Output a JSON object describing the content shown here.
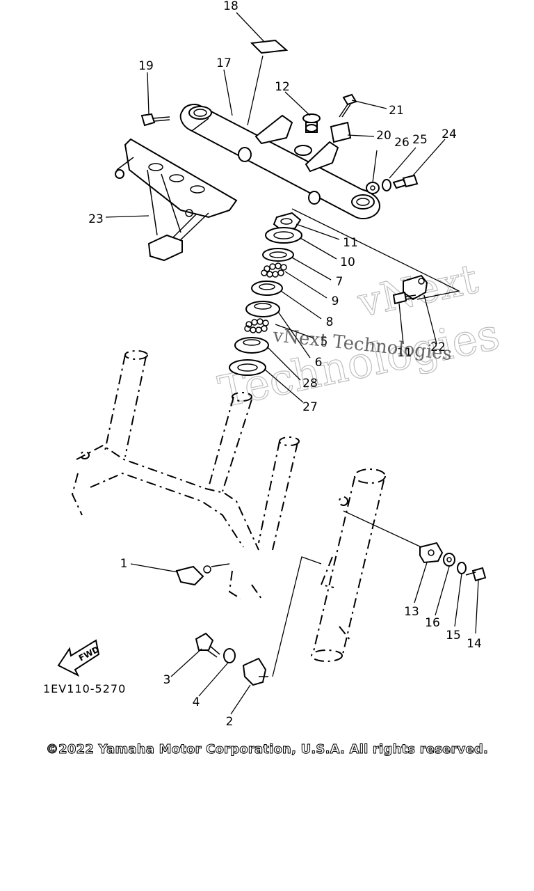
{
  "diagram": {
    "callouts": [
      {
        "id": "18",
        "label": "18"
      },
      {
        "id": "19",
        "label": "19"
      },
      {
        "id": "17",
        "label": "17"
      },
      {
        "id": "12",
        "label": "12"
      },
      {
        "id": "21",
        "label": "21"
      },
      {
        "id": "20",
        "label": "20"
      },
      {
        "id": "26",
        "label": "26"
      },
      {
        "id": "25",
        "label": "25"
      },
      {
        "id": "24",
        "label": "24"
      },
      {
        "id": "23",
        "label": "23"
      },
      {
        "id": "11a",
        "label": "11"
      },
      {
        "id": "10",
        "label": "10"
      },
      {
        "id": "7",
        "label": "7"
      },
      {
        "id": "9",
        "label": "9"
      },
      {
        "id": "8",
        "label": "8"
      },
      {
        "id": "5",
        "label": "5"
      },
      {
        "id": "6",
        "label": "6"
      },
      {
        "id": "28",
        "label": "28"
      },
      {
        "id": "27",
        "label": "27"
      },
      {
        "id": "11b",
        "label": "11"
      },
      {
        "id": "22",
        "label": "22"
      },
      {
        "id": "1",
        "label": "1"
      },
      {
        "id": "13",
        "label": "13"
      },
      {
        "id": "16",
        "label": "16"
      },
      {
        "id": "15",
        "label": "15"
      },
      {
        "id": "14",
        "label": "14"
      },
      {
        "id": "3",
        "label": "3"
      },
      {
        "id": "4",
        "label": "4"
      },
      {
        "id": "2",
        "label": "2"
      }
    ],
    "fwd_label": "FWD",
    "ref_code": "1EV110-5270"
  },
  "watermark": {
    "line1": "vNext",
    "line2": "Technologies",
    "overlay": "vNext Technologies"
  },
  "footer": {
    "copyright": "©2022 Yamaha Motor Corporation, U.S.A. All rights reserved."
  }
}
